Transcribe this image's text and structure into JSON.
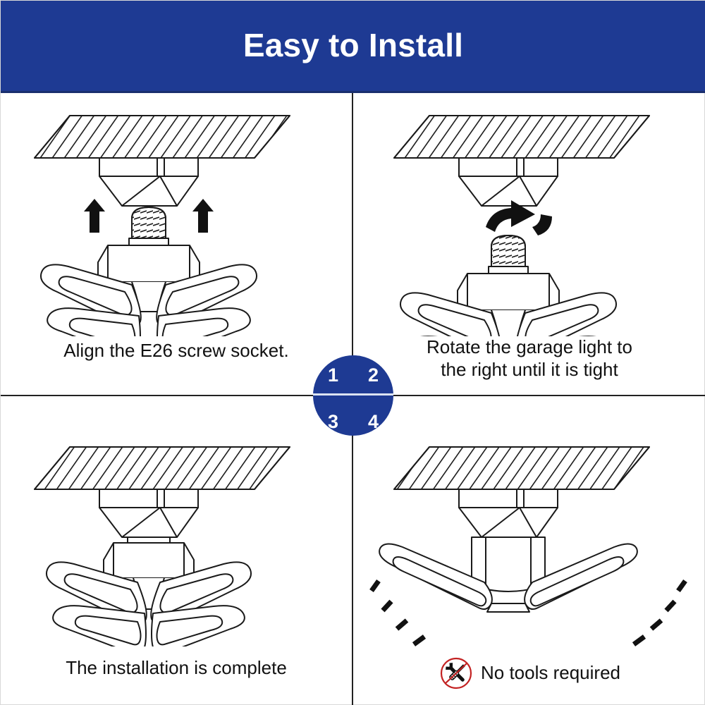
{
  "header": {
    "title": "Easy to Install",
    "background_color": "#1e3a93",
    "text_color": "#ffffff"
  },
  "badge": {
    "background_color": "#1e3a93",
    "numbers": [
      "1",
      "2",
      "3",
      "4"
    ]
  },
  "panels": [
    {
      "step": "1",
      "caption_lines": [
        "Align the E26 screw socket."
      ],
      "illustration": "ceiling-socket-with-up-arrows-and-garage-light"
    },
    {
      "step": "2",
      "caption_lines": [
        "Rotate the garage light to",
        "the right until it is tight"
      ],
      "illustration": "ceiling-socket-with-rotate-arrow-and-garage-light"
    },
    {
      "step": "3",
      "caption_lines": [
        "The installation is complete"
      ],
      "illustration": "garage-light-installed-in-ceiling-socket"
    },
    {
      "step": "4",
      "caption_lines": [
        "No tools required"
      ],
      "caption_icon": "no-tools-icon",
      "illustration": "garage-light-emitting-light-rays"
    }
  ],
  "icons": {
    "no_tools": {
      "name": "no-tools-icon",
      "prohibition_color": "#c32222",
      "tool_color": "#111111"
    }
  },
  "line_art": {
    "stroke_color": "#1a1a1a",
    "fill_color": "#ffffff",
    "divider_color": "#222222"
  }
}
